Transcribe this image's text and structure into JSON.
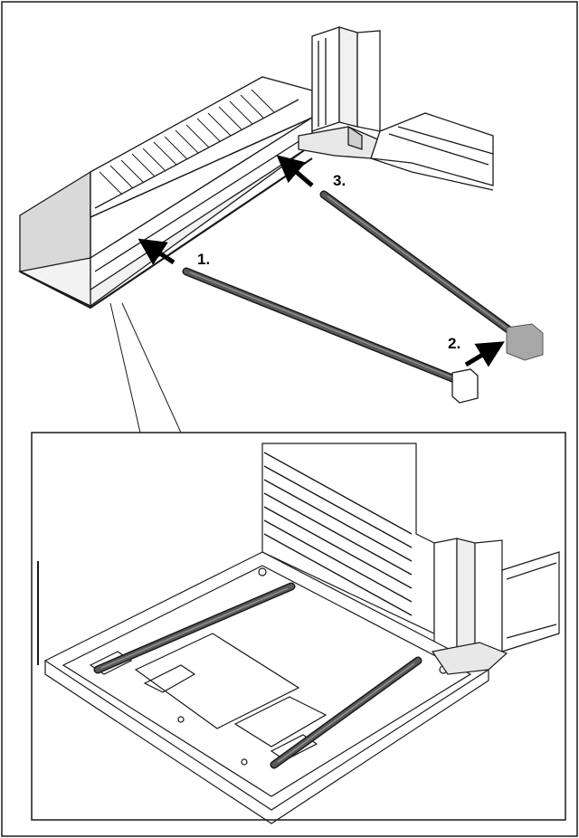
{
  "steps": [
    {
      "label": "1."
    },
    {
      "label": "2."
    },
    {
      "label": "3."
    }
  ],
  "colors": {
    "line": "#1a1a1a",
    "rail_dark": "#5a5a5a",
    "rail_light": "#9a9a9a",
    "panel_grey": "#d9d9d9",
    "cap_grey": "#a8a8a8",
    "background": "#ffffff"
  },
  "icons": {
    "arrow": "arrow-icon"
  }
}
